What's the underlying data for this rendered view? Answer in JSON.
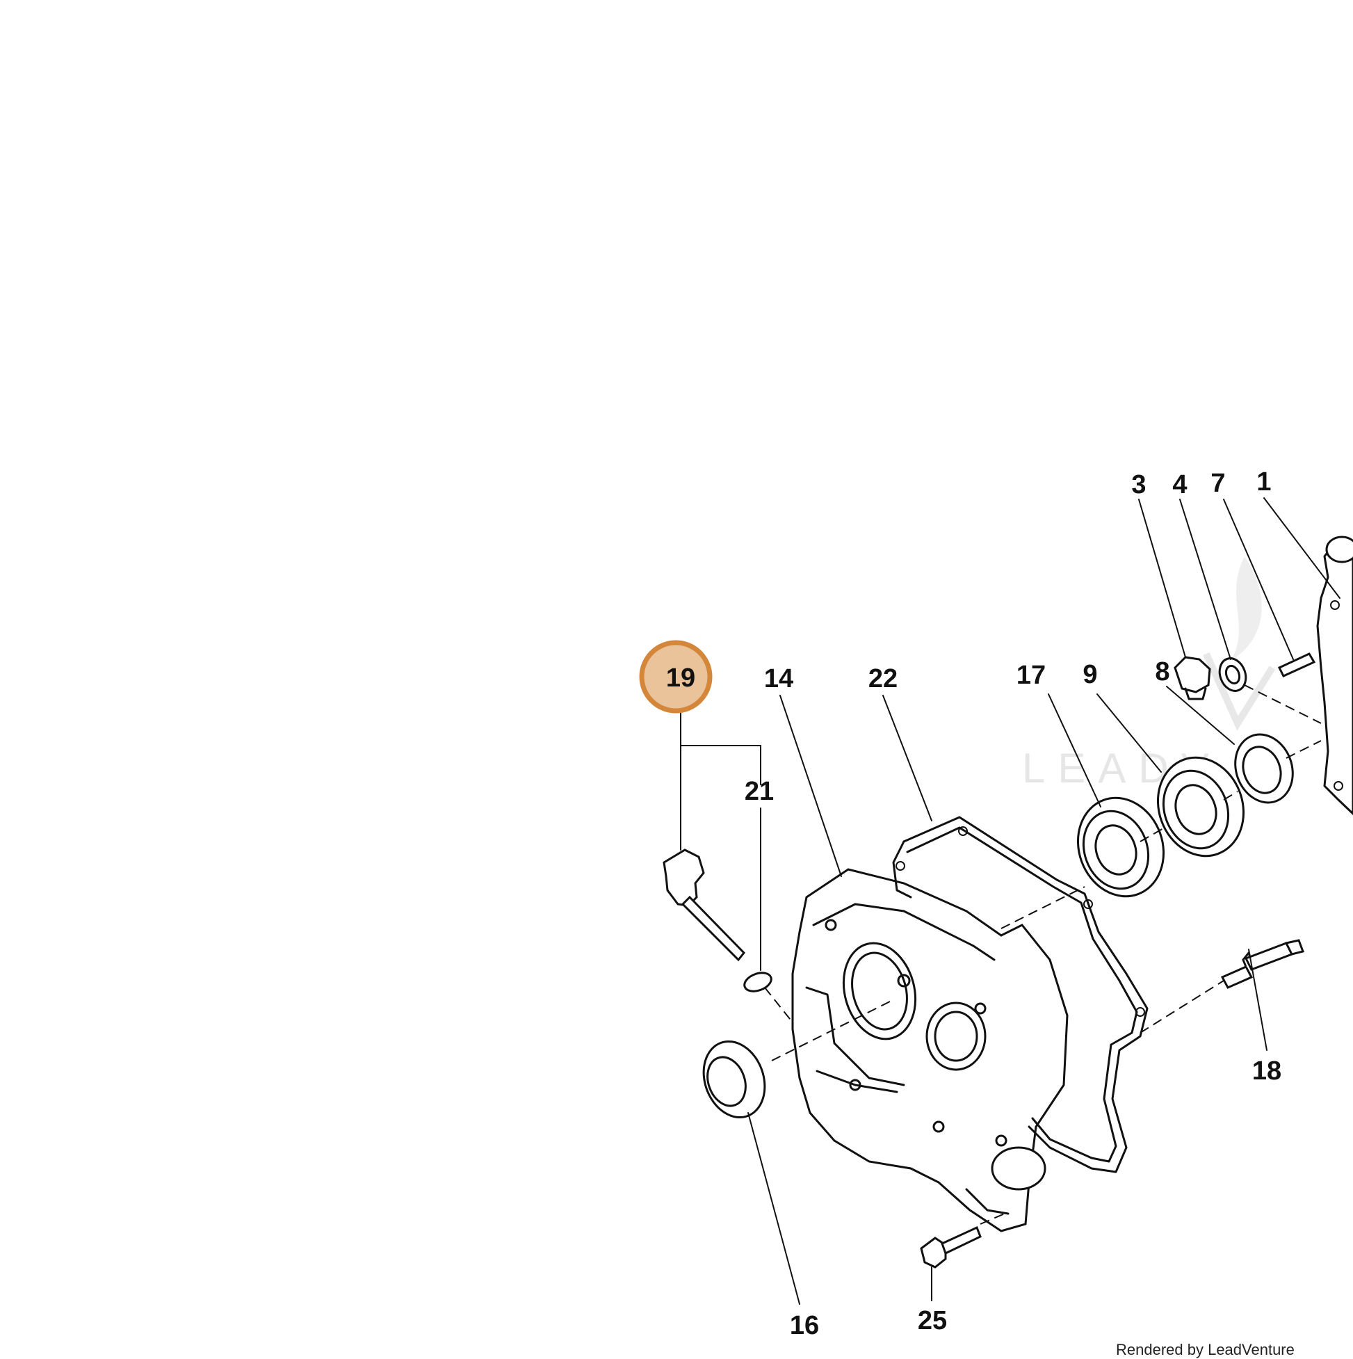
{
  "colors": {
    "highlight_fill": "#EBC39A",
    "highlight_stroke": "#D4873A",
    "ink": "#111111"
  },
  "highlighted_part": "19",
  "watermark": "LEADV",
  "callouts": {
    "p3": "3",
    "p4": "4",
    "p7": "7",
    "p1": "1",
    "p8": "8",
    "p19": "19",
    "p14": "14",
    "p22": "22",
    "p17": "17",
    "p9": "9",
    "p21": "21",
    "p18": "18",
    "p16": "16",
    "p25": "25"
  },
  "footer_credit": "Rendered by LeadVenture"
}
